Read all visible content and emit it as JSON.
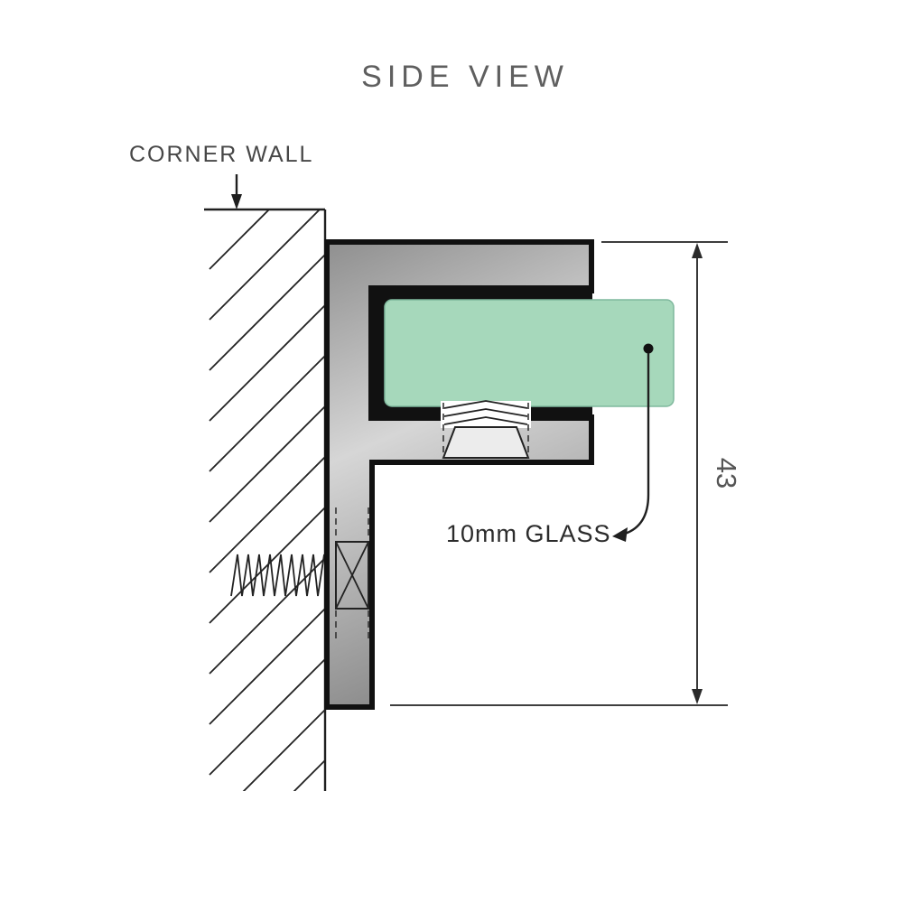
{
  "diagram": {
    "title": "SIDE VIEW",
    "labels": {
      "corner_wall": "CORNER WALL",
      "glass": "10mm GLASS",
      "dimension": "43"
    },
    "colors": {
      "glass_fill": "#a6d8bb",
      "glass_edge": "#7fb89d",
      "bracket_light": "#d6d6d6",
      "bracket_dark": "#8f8f8f",
      "channel_black": "#111111",
      "line": "#1f1f1f",
      "text_gray": "#5f5f5f"
    }
  }
}
